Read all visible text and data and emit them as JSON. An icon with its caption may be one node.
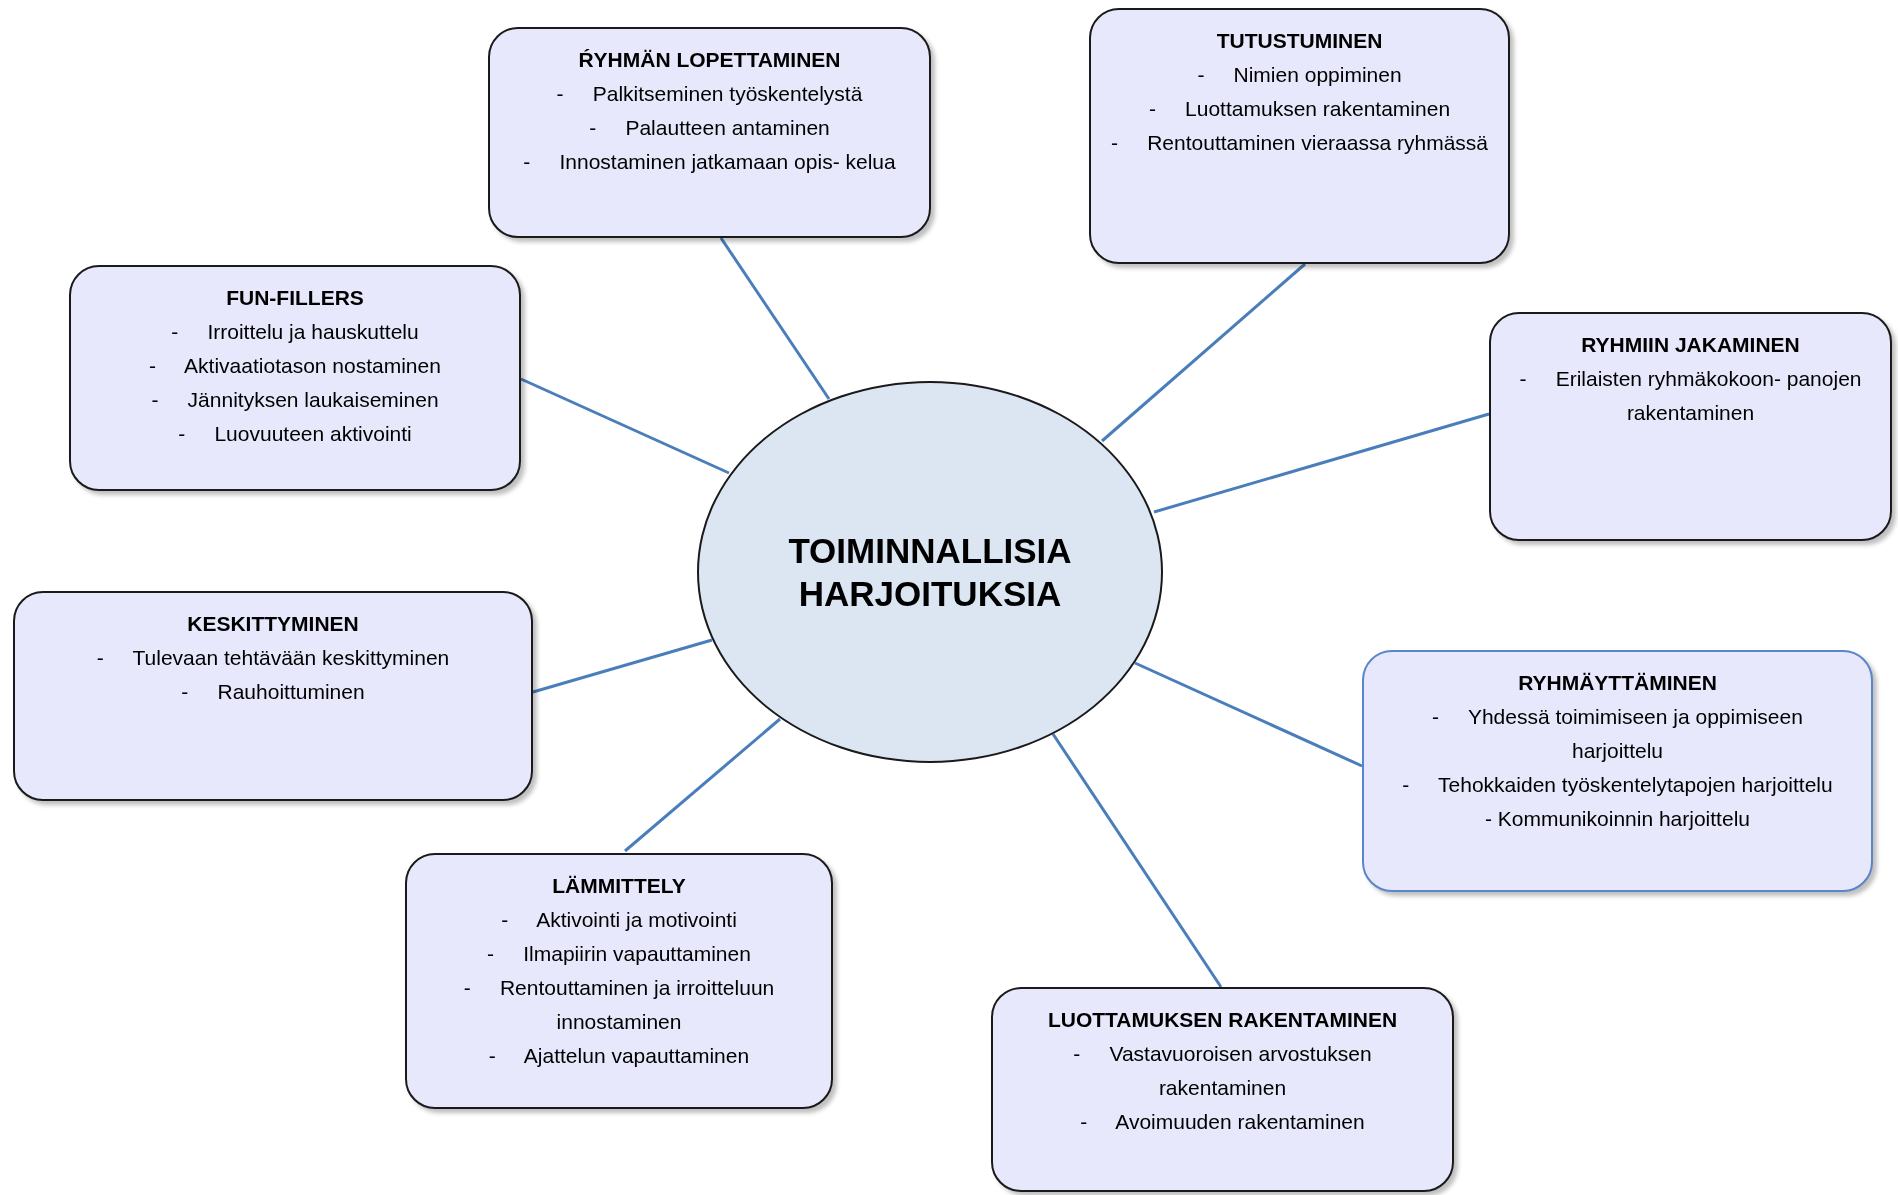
{
  "diagram": {
    "nodes": [
      {
        "text": [
          "TOIMINNALLISIA HARJOITUKSIA"
        ]
      },
      {
        "text": [
          "ŔYHMÄN LOPETTAMINEN",
          "-     Palkitseminen työskentelystä",
          "-     Palautteen antaminen",
          "-     Innostaminen jatkamaan opis- kelua"
        ]
      },
      {
        "text": [
          "TUTUSTUMINEN",
          "-     Nimien oppiminen",
          "-     Luottamuksen rakentaminen",
          "-     Rentouttaminen vieraassa ryhmässä"
        ]
      },
      {
        "text": [
          "FUN-FILLERS",
          "-     Irroittelu ja hauskuttelu",
          "-     Aktivaatiotason nostaminen",
          "-     Jännityksen laukaiseminen",
          "-     Luovuuteen aktivointi"
        ]
      },
      {
        "text": [
          "RYHMIIN JAKAMINEN",
          "-     Erilaisten ryhmäkokoon- panojen rakentaminen"
        ]
      },
      {
        "text": [
          "KESKITTYMINEN",
          "-     Tulevaan tehtävään keskittyminen",
          "-     Rauhoittuminen"
        ]
      },
      {
        "text": [
          "RYHMÄYTTÄMINEN",
          "-     Yhdessä toimimiseen ja oppimiseen harjoittelu",
          "-     Tehokkaiden työskentelytapojen harjoittelu",
          "- Kommunikoinnin harjoittelu"
        ]
      },
      {
        "text": [
          "LÄMMITTELY",
          "-     Aktivointi ja motivointi",
          "-     Ilmapiirin vapauttaminen",
          "-     Rentouttaminen ja irroitteluun innostaminen",
          "-     Ajattelun vapauttaminen"
        ]
      },
      {
        "text": [
          "LUOTTAMUKSEN RAKENTAMINEN",
          "-     Vastavuoroisen arvostuksen rakentaminen",
          "-     Avoimuuden rakentaminen"
        ]
      }
    ],
    "edges": [
      {
        "from": 0,
        "to": 1,
        "arrow": "none"
      },
      {
        "from": 0,
        "to": 2,
        "arrow": "none"
      },
      {
        "from": 0,
        "to": 3,
        "arrow": "none"
      },
      {
        "from": 0,
        "to": 4,
        "arrow": "none"
      },
      {
        "from": 0,
        "to": 5,
        "arrow": "none"
      },
      {
        "from": 0,
        "to": 6,
        "arrow": "none"
      },
      {
        "from": 0,
        "to": 7,
        "arrow": "none"
      },
      {
        "from": 0,
        "to": 8,
        "arrow": "none"
      }
    ]
  }
}
